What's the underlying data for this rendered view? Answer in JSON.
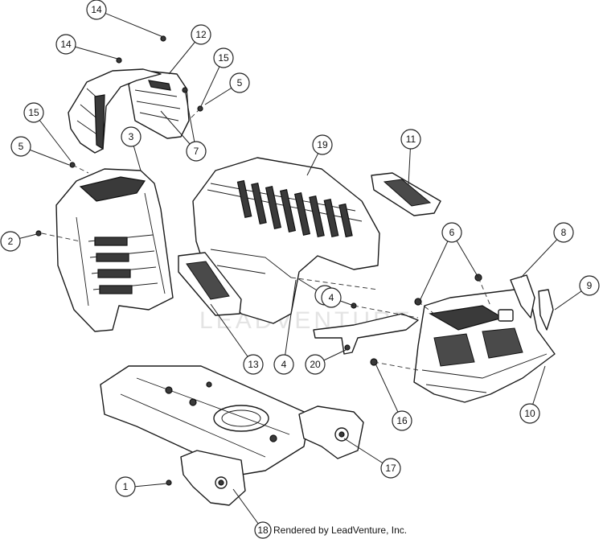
{
  "diagram": {
    "watermark": "LEADVENTURE",
    "credit": "Rendered by LeadVenture, Inc.",
    "callouts": [
      {
        "id": "c14a",
        "label": "14"
      },
      {
        "id": "c12",
        "label": "12"
      },
      {
        "id": "c14b",
        "label": "14"
      },
      {
        "id": "c15a",
        "label": "15"
      },
      {
        "id": "c5a",
        "label": "5"
      },
      {
        "id": "c15b",
        "label": "15"
      },
      {
        "id": "c5b",
        "label": "5"
      },
      {
        "id": "c3",
        "label": "3"
      },
      {
        "id": "c7",
        "label": "7"
      },
      {
        "id": "c19",
        "label": "19"
      },
      {
        "id": "c11",
        "label": "11"
      },
      {
        "id": "c2",
        "label": "2"
      },
      {
        "id": "c6",
        "label": "6"
      },
      {
        "id": "c8",
        "label": "8"
      },
      {
        "id": "c9",
        "label": "9"
      },
      {
        "id": "c5c",
        "label": "5"
      },
      {
        "id": "c4a",
        "label": "4"
      },
      {
        "id": "c13",
        "label": "13"
      },
      {
        "id": "c4b",
        "label": "4"
      },
      {
        "id": "c20",
        "label": "20"
      },
      {
        "id": "c16",
        "label": "16"
      },
      {
        "id": "c10",
        "label": "10"
      },
      {
        "id": "c17",
        "label": "17"
      },
      {
        "id": "c1",
        "label": "1"
      },
      {
        "id": "c18",
        "label": "18"
      }
    ]
  }
}
